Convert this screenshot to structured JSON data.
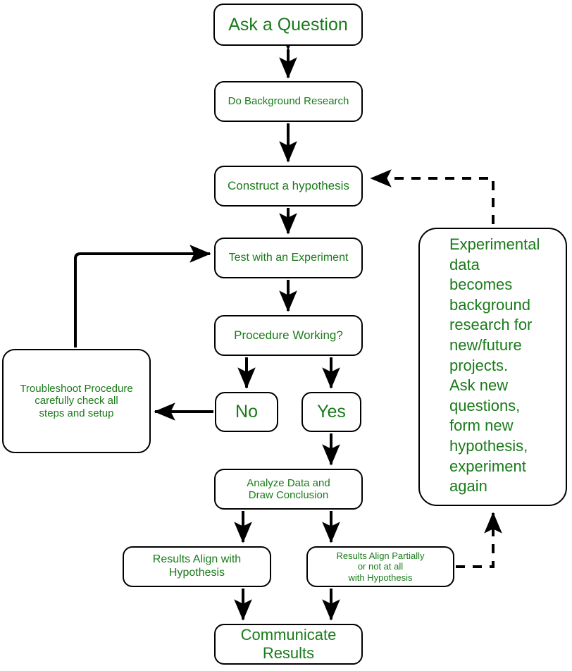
{
  "title": "Scientific Method Flowchart",
  "colors": {
    "text": "#1a7a1a",
    "stroke": "#000000",
    "background": "#ffffff"
  },
  "nodes": {
    "ask": "Ask a Question",
    "background_research": "Do Background Research",
    "hypothesis": "Construct a hypothesis",
    "test": "Test with an Experiment",
    "procedure": "Procedure Working?",
    "no": "No",
    "yes": "Yes",
    "troubleshoot": "Troubleshoot Procedure\ncarefully check all\nsteps and setup",
    "analyze": "Analyze Data and\nDraw Conclusion",
    "align": "Results Align with\nHypothesis",
    "partial": "Results Align Partially\nor not at all\nwith Hypothesis",
    "communicate": "Communicate Results",
    "experimental": "Experimental\ndata\nbecomes\nbackground\nresearch for\nnew/future\nprojects.\nAsk new\nquestions,\nform new\nhypothesis,\nexperiment\nagain"
  },
  "edges": [
    {
      "name": "ask-to-background",
      "style": "solid",
      "arrows": "both"
    },
    {
      "name": "background-to-hypothesis",
      "style": "solid",
      "arrows": "end"
    },
    {
      "name": "hypothesis-to-test",
      "style": "solid",
      "arrows": "end"
    },
    {
      "name": "test-to-procedure",
      "style": "solid",
      "arrows": "end"
    },
    {
      "name": "procedure-to-no",
      "style": "solid",
      "arrows": "end"
    },
    {
      "name": "procedure-to-yes",
      "style": "solid",
      "arrows": "end"
    },
    {
      "name": "no-to-troubleshoot",
      "style": "solid",
      "arrows": "end"
    },
    {
      "name": "troubleshoot-to-test",
      "style": "solid",
      "arrows": "end"
    },
    {
      "name": "yes-to-analyze",
      "style": "solid",
      "arrows": "end"
    },
    {
      "name": "analyze-to-align",
      "style": "solid",
      "arrows": "end"
    },
    {
      "name": "analyze-to-partial",
      "style": "solid",
      "arrows": "end"
    },
    {
      "name": "align-to-communicate",
      "style": "solid",
      "arrows": "end"
    },
    {
      "name": "partial-to-communicate",
      "style": "solid",
      "arrows": "end"
    },
    {
      "name": "partial-to-experimental",
      "style": "dashed",
      "arrows": "end"
    },
    {
      "name": "experimental-to-hypothesis",
      "style": "dashed",
      "arrows": "end"
    }
  ]
}
